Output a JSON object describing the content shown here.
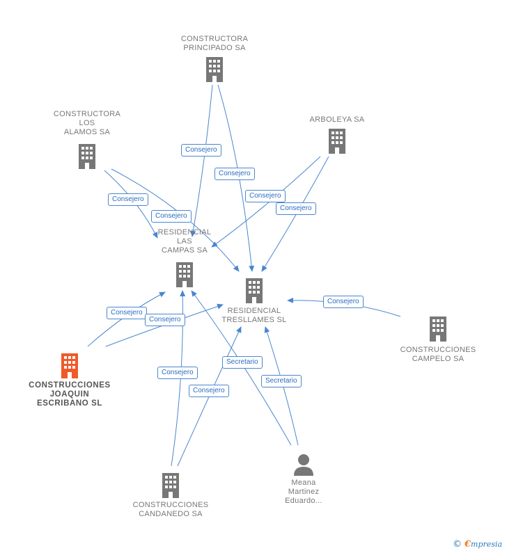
{
  "colors": {
    "edge": "#4a86d0",
    "node_icon": "#777777",
    "main_icon": "#f05a28",
    "label": "#777777"
  },
  "nodes": {
    "principado": {
      "label": "CONSTRUCTORA\nPRINCIPADO SA",
      "icon": "building-icon"
    },
    "alamos": {
      "label": "CONSTRUCTORA\nLOS\nALAMOS SA",
      "icon": "building-icon"
    },
    "arboleya": {
      "label": "ARBOLEYA SA",
      "icon": "building-icon"
    },
    "campas": {
      "label": "RESIDENCIAL\nLAS\nCAMPAS SA",
      "icon": "building-icon"
    },
    "tresllames": {
      "label": "RESIDENCIAL\nTRESLLAMES SL",
      "icon": "building-icon"
    },
    "campelo": {
      "label": "CONSTRUCCIONES\nCAMPELO SA",
      "icon": "building-icon"
    },
    "joaquin": {
      "label": "CONSTRUCCIONES\nJOAQUIN\nESCRIBANO SL",
      "icon": "building-icon"
    },
    "candanedo": {
      "label": "CONSTRUCCIONES\nCANDANEDO SA",
      "icon": "building-icon"
    },
    "meana": {
      "label": "Meana\nMartinez\nEduardo...",
      "icon": "person-icon"
    }
  },
  "edge_labels": {
    "principado_campas": "Consejero",
    "principado_tresllames": "Consejero",
    "alamos_campas": "Consejero",
    "alamos_tresllames": "Consejero",
    "arboleya_campas": "Consejero",
    "arboleya_tresllames": "Consejero",
    "campelo_tresllames": "Consejero",
    "joaquin_campas": "Consejero",
    "joaquin_tresllames": "Consejero",
    "candanedo_campas": "Consejero",
    "candanedo_tresllames": "Consejero",
    "meana_campas": "Secretario",
    "meana_tresllames": "Secretario"
  },
  "footer": {
    "copyright": "©",
    "brand_initial": "€",
    "brand_rest": "mpresia"
  }
}
